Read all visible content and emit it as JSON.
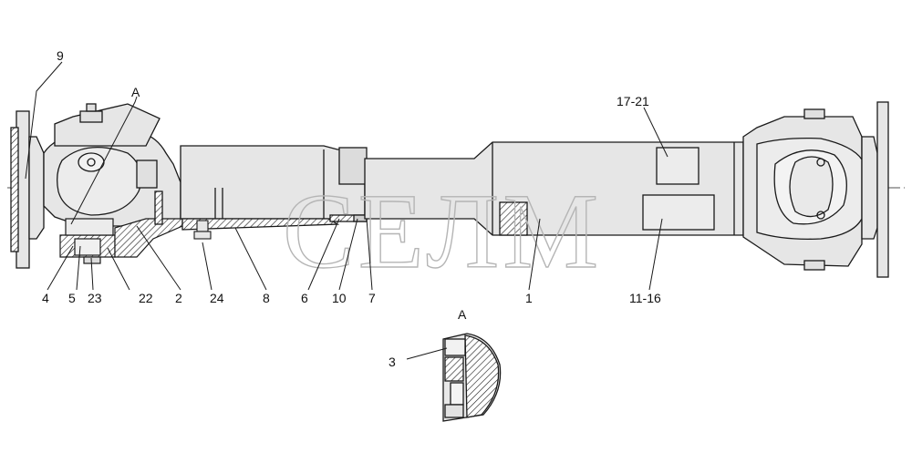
{
  "watermark": "СЕЛМ",
  "labels": {
    "l9": "9",
    "lA": "A",
    "l17_21": "17-21",
    "l4": "4",
    "l5": "5",
    "l23": "23",
    "l22": "22",
    "l2": "2",
    "l24": "24",
    "l8": "8",
    "l6": "6",
    "l10": "10",
    "l7": "7",
    "l1": "1",
    "l11_16": "11-16",
    "lA2": "A",
    "l3": "3"
  },
  "colors": {
    "line": "#1a1a1a",
    "fill": "#e2e2e2",
    "hatch": "#1a1a1a",
    "watermark": "#b5b5b5"
  }
}
